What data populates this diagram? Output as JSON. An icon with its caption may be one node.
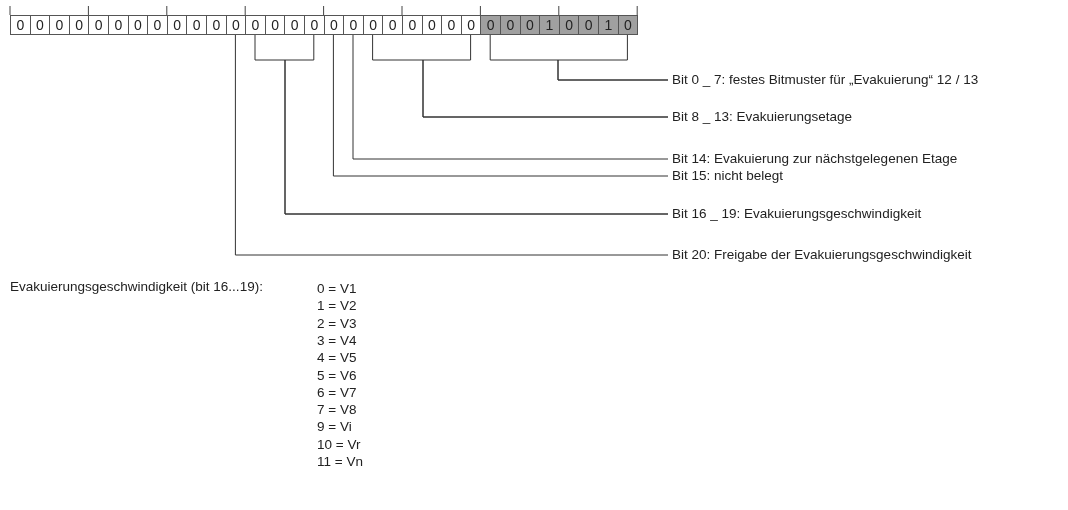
{
  "diagram": {
    "nodes": [
      {
        "text": [
          "0"
        ]
      },
      {
        "text": [
          "0"
        ]
      },
      {
        "text": [
          "0"
        ]
      },
      {
        "text": [
          "0"
        ]
      },
      {
        "text": [
          "0"
        ]
      },
      {
        "text": [
          "0"
        ]
      },
      {
        "text": [
          "0"
        ]
      },
      {
        "text": [
          "0"
        ]
      },
      {
        "text": [
          "0"
        ]
      },
      {
        "text": [
          "0"
        ]
      },
      {
        "text": [
          "0"
        ]
      },
      {
        "text": [
          "0"
        ]
      },
      {
        "text": [
          "0"
        ]
      },
      {
        "text": [
          "0"
        ]
      },
      {
        "text": [
          "0"
        ]
      },
      {
        "text": [
          "0"
        ]
      },
      {
        "text": [
          "0"
        ]
      },
      {
        "text": [
          "0"
        ]
      },
      {
        "text": [
          "0"
        ]
      },
      {
        "text": [
          "0"
        ]
      },
      {
        "text": [
          "0"
        ]
      },
      {
        "text": [
          "0"
        ]
      },
      {
        "text": [
          "0"
        ]
      },
      {
        "text": [
          "0"
        ]
      },
      {
        "text": [
          "0"
        ]
      },
      {
        "text": [
          "0"
        ]
      },
      {
        "text": [
          "0"
        ]
      },
      {
        "text": [
          "1"
        ]
      },
      {
        "text": [
          "0"
        ]
      },
      {
        "text": [
          "0"
        ]
      },
      {
        "text": [
          "1"
        ]
      },
      {
        "text": [
          "0"
        ]
      },
      {
        "text": [
          "Bit 0 _ 7: festes Bitmuster für „Evakuierung“ 12 / 13"
        ]
      },
      {
        "text": [
          "Bit 8 _ 13: Evakuierungsetage"
        ]
      },
      {
        "text": [
          "Bit 14: Evakuierung zur nächstgelegenen Etage"
        ]
      },
      {
        "text": [
          "Bit 15: nicht belegt"
        ]
      },
      {
        "text": [
          "Bit 16 _ 19: Evakuierungsgeschwindigkeit"
        ]
      },
      {
        "text": [
          "Bit 20: Freigabe der Evakuierungsgeschwindigkeit"
        ]
      }
    ],
    "edges": [
      {
        "from": 32,
        "to": 24,
        "arrow": "none"
      },
      {
        "from": 32,
        "to": 31,
        "arrow": "none"
      },
      {
        "from": 33,
        "to": 18,
        "arrow": "none"
      },
      {
        "from": 33,
        "to": 23,
        "arrow": "none"
      },
      {
        "from": 34,
        "to": 17,
        "arrow": "none"
      },
      {
        "from": 35,
        "to": 16,
        "arrow": "none"
      },
      {
        "from": 36,
        "to": 12,
        "arrow": "none"
      },
      {
        "from": 36,
        "to": 15,
        "arrow": "none"
      },
      {
        "from": 37,
        "to": 11,
        "arrow": "none"
      }
    ],
    "labels": [
      "Evakuierungsgeschwindigkeit (bit 16...19):",
      "0 = V1",
      "1 = V2",
      "2 = V3",
      "3 = V4",
      "4 = V5",
      "5 = V6",
      "6 = V7",
      "7 = V8",
      "9 = Vi",
      "10 = Vr",
      "11 = Vn"
    ]
  }
}
